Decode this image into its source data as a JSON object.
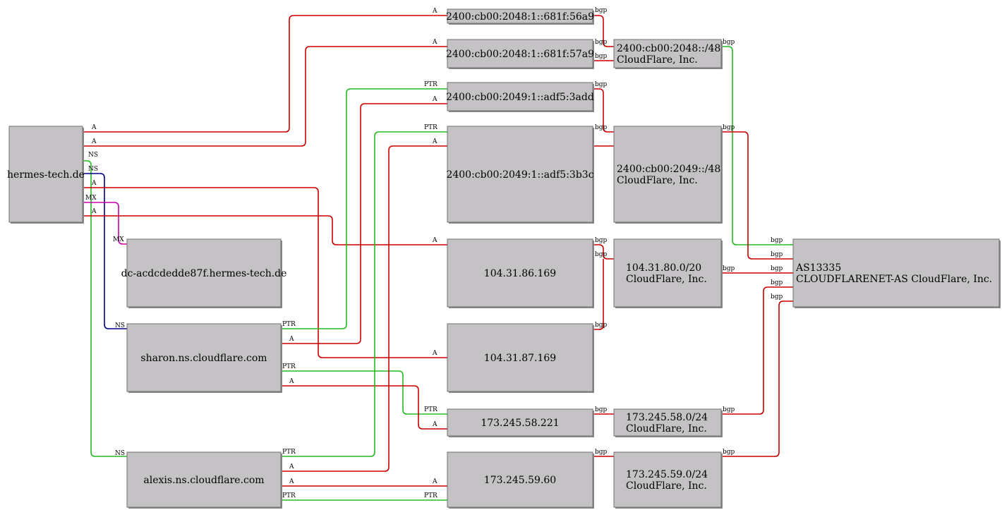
{
  "colors": {
    "A": "#cc0000",
    "PTR": "#22bb22",
    "NS": "#000088",
    "NS_alexis": "#22bb22",
    "MX": "#cc00aa",
    "bgp": "#cc0000"
  },
  "nodes": {
    "hermes": {
      "lines": [
        "hermes-tech.de"
      ]
    },
    "dc": {
      "lines": [
        "dc-acdcdedde87f.hermes-tech.de"
      ]
    },
    "sharon": {
      "lines": [
        "sharon.ns.cloudflare.com"
      ]
    },
    "alexis": {
      "lines": [
        "alexis.ns.cloudflare.com"
      ]
    },
    "ip6a": {
      "lines": [
        "2400:cb00:2048:1::681f:56a9"
      ]
    },
    "ip6b": {
      "lines": [
        "2400:cb00:2048:1::681f:57a9"
      ]
    },
    "ip6c": {
      "lines": [
        "2400:cb00:2049:1::adf5:3add"
      ]
    },
    "ip6d": {
      "lines": [
        "2400:cb00:2049:1::adf5:3b3c"
      ]
    },
    "ip4a": {
      "lines": [
        "104.31.86.169"
      ]
    },
    "ip4b": {
      "lines": [
        "104.31.87.169"
      ]
    },
    "ip4c": {
      "lines": [
        "173.245.58.221"
      ]
    },
    "ip4d": {
      "lines": [
        "173.245.59.60"
      ]
    },
    "net2048": {
      "lines": [
        "2400:cb00:2048::/48",
        "CloudFlare, Inc."
      ]
    },
    "net2049": {
      "lines": [
        "2400:cb00:2049::/48",
        "CloudFlare, Inc."
      ]
    },
    "net104": {
      "lines": [
        "104.31.80.0/20",
        "CloudFlare, Inc."
      ]
    },
    "net17358": {
      "lines": [
        "173.245.58.0/24",
        "CloudFlare, Inc."
      ]
    },
    "net17359": {
      "lines": [
        "173.245.59.0/24",
        "CloudFlare, Inc."
      ]
    },
    "as": {
      "lines": [
        "AS13335",
        "CLOUDFLARENET-AS CloudFlare, Inc."
      ]
    }
  },
  "edges": [
    {
      "from": "hermes",
      "to": "ip6a",
      "type": "A",
      "tail_label": "A",
      "head_label": "A"
    },
    {
      "from": "hermes",
      "to": "ip6b",
      "type": "A",
      "tail_label": "A",
      "head_label": "A"
    },
    {
      "from": "hermes",
      "to": "alexis",
      "type": "NS",
      "tail_label": "NS",
      "head_label": "NS"
    },
    {
      "from": "hermes",
      "to": "sharon",
      "type": "NS",
      "tail_label": "NS",
      "head_label": "NS"
    },
    {
      "from": "hermes",
      "to": "ip4b",
      "type": "A",
      "tail_label": "A",
      "head_label": "A"
    },
    {
      "from": "hermes",
      "to": "dc",
      "type": "MX",
      "tail_label": "MX",
      "head_label": "MX"
    },
    {
      "from": "hermes",
      "to": "ip4a",
      "type": "A",
      "tail_label": "A",
      "head_label": "A"
    },
    {
      "from": "sharon",
      "to": "ip6c",
      "type": "PTR",
      "tail_label": "PTR",
      "head_label": "PTR"
    },
    {
      "from": "sharon",
      "to": "ip6c",
      "type": "A",
      "tail_label": "A",
      "head_label": "A"
    },
    {
      "from": "sharon",
      "to": "ip4c",
      "type": "PTR",
      "tail_label": "PTR",
      "head_label": "PTR"
    },
    {
      "from": "sharon",
      "to": "ip4c",
      "type": "A",
      "tail_label": "A",
      "head_label": "A"
    },
    {
      "from": "alexis",
      "to": "ip6d",
      "type": "PTR",
      "tail_label": "PTR",
      "head_label": "PTR"
    },
    {
      "from": "alexis",
      "to": "ip6d",
      "type": "A",
      "tail_label": "A",
      "head_label": "A"
    },
    {
      "from": "alexis",
      "to": "ip4d",
      "type": "A",
      "tail_label": "A",
      "head_label": "A"
    },
    {
      "from": "alexis",
      "to": "ip4d",
      "type": "PTR",
      "tail_label": "PTR",
      "head_label": "PTR"
    },
    {
      "from": "ip6a",
      "to": "net2048",
      "type": "bgp",
      "tail_label": "bgp",
      "head_label": "bgp"
    },
    {
      "from": "ip6b",
      "to": "net2048",
      "type": "bgp",
      "tail_label": "",
      "head_label": "bgp"
    },
    {
      "from": "ip6c",
      "to": "net2049",
      "type": "bgp",
      "tail_label": "bgp",
      "head_label": ""
    },
    {
      "from": "ip6d",
      "to": "net2049",
      "type": "bgp",
      "tail_label": "bgp",
      "head_label": ""
    },
    {
      "from": "ip4a",
      "to": "net104",
      "type": "bgp",
      "tail_label": "bgp",
      "head_label": "bgp"
    },
    {
      "from": "ip4b",
      "to": "net104",
      "type": "bgp",
      "tail_label": "bgp",
      "head_label": ""
    },
    {
      "from": "ip4c",
      "to": "net17358",
      "type": "bgp",
      "tail_label": "bgp",
      "head_label": ""
    },
    {
      "from": "ip4d",
      "to": "net17359",
      "type": "bgp",
      "tail_label": "bgp",
      "head_label": ""
    },
    {
      "from": "net2048",
      "to": "as",
      "type": "PTR",
      "tail_label": "bgp",
      "head_label": "bgp"
    },
    {
      "from": "net2049",
      "to": "as",
      "type": "bgp",
      "tail_label": "bgp",
      "head_label": "bgp"
    },
    {
      "from": "net104",
      "to": "as",
      "type": "bgp",
      "tail_label": "bgp",
      "head_label": "bgp"
    },
    {
      "from": "net17358",
      "to": "as",
      "type": "bgp",
      "tail_label": "bgp",
      "head_label": "bgp"
    },
    {
      "from": "net17359",
      "to": "as",
      "type": "bgp",
      "tail_label": "bgp",
      "head_label": "bgp"
    }
  ]
}
